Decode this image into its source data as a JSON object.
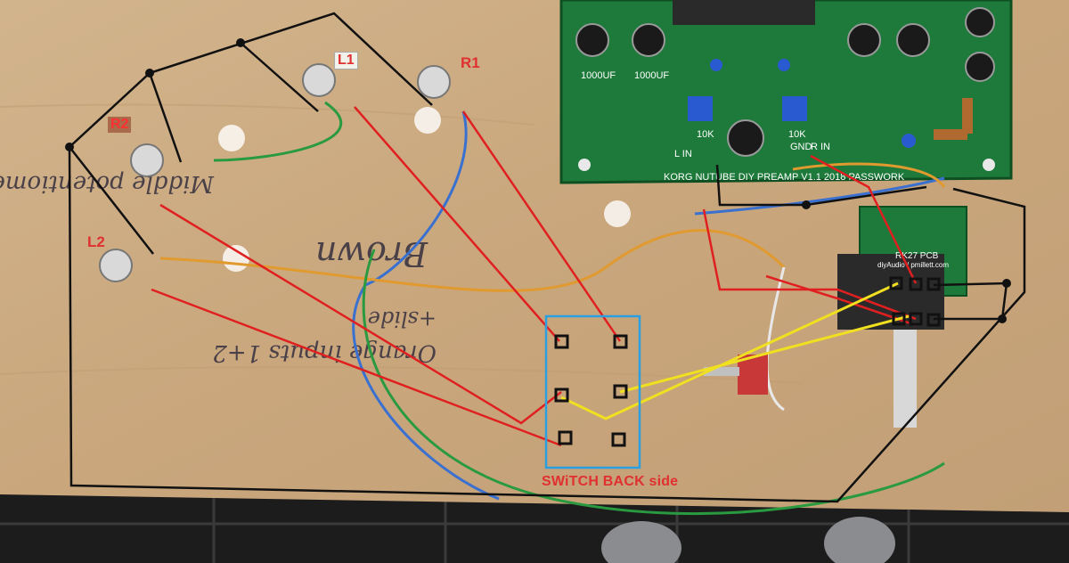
{
  "photo": {
    "background": "plywood board with hand-drawn wiring overlay",
    "colors": {
      "wood": "#c8a880",
      "pcb": "#1d7a3a",
      "signal_wire": "#e02020",
      "switch_wire": "#f0e020",
      "ground_wire": "#111111",
      "switch_outline": "#2aa0e0",
      "tile": "#1a1a1a"
    }
  },
  "labels": {
    "l1": "L1",
    "r1": "R1",
    "r2": "R2",
    "l2": "L2",
    "switch": "SWiTCH BACK side"
  },
  "pcb": {
    "silkscreen": "KORG NUTUBE DIY PREAMP V1.1 2018 PASSWORK",
    "rin_label": "R IN",
    "lin_label": "L IN",
    "gnd_label": "GND",
    "cap_label": "1000UF",
    "pot_label": "10K"
  },
  "volume_board": {
    "title": "RK27 PCB",
    "subtitle": "diyAudio / pmillett.com"
  },
  "handwriting": {
    "line1": "Brown",
    "line2": "Middle potentiometer",
    "line3": "Orange inputs 1+2",
    "line4": "+slide"
  }
}
